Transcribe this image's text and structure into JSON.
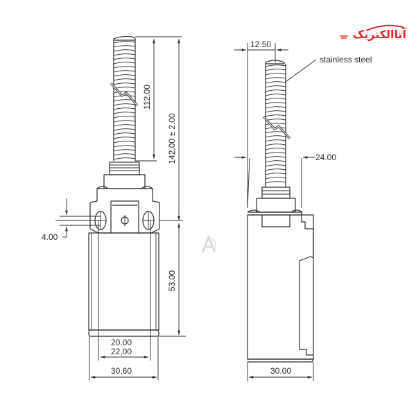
{
  "logo": {
    "text": "آتاالکتریک",
    "color": "#e3262b"
  },
  "watermark": {
    "letter": "A"
  },
  "front_view": {
    "dimensions": {
      "plunger_length": "112.00",
      "total_height": "142,00 ± 2.00",
      "hole_spacing": "4.00",
      "body_height": "53.00",
      "inner_width_1": "20.00",
      "inner_width_2": "22,00",
      "body_width": "30,60"
    }
  },
  "side_view": {
    "dimensions": {
      "plunger_diameter": "12.50",
      "head_width": "24.00",
      "body_depth": "30.00"
    },
    "material_label": "stainless steel"
  },
  "colors": {
    "line": "#2a2a2a",
    "accent": "#e3262b",
    "background": "#ffffff"
  }
}
